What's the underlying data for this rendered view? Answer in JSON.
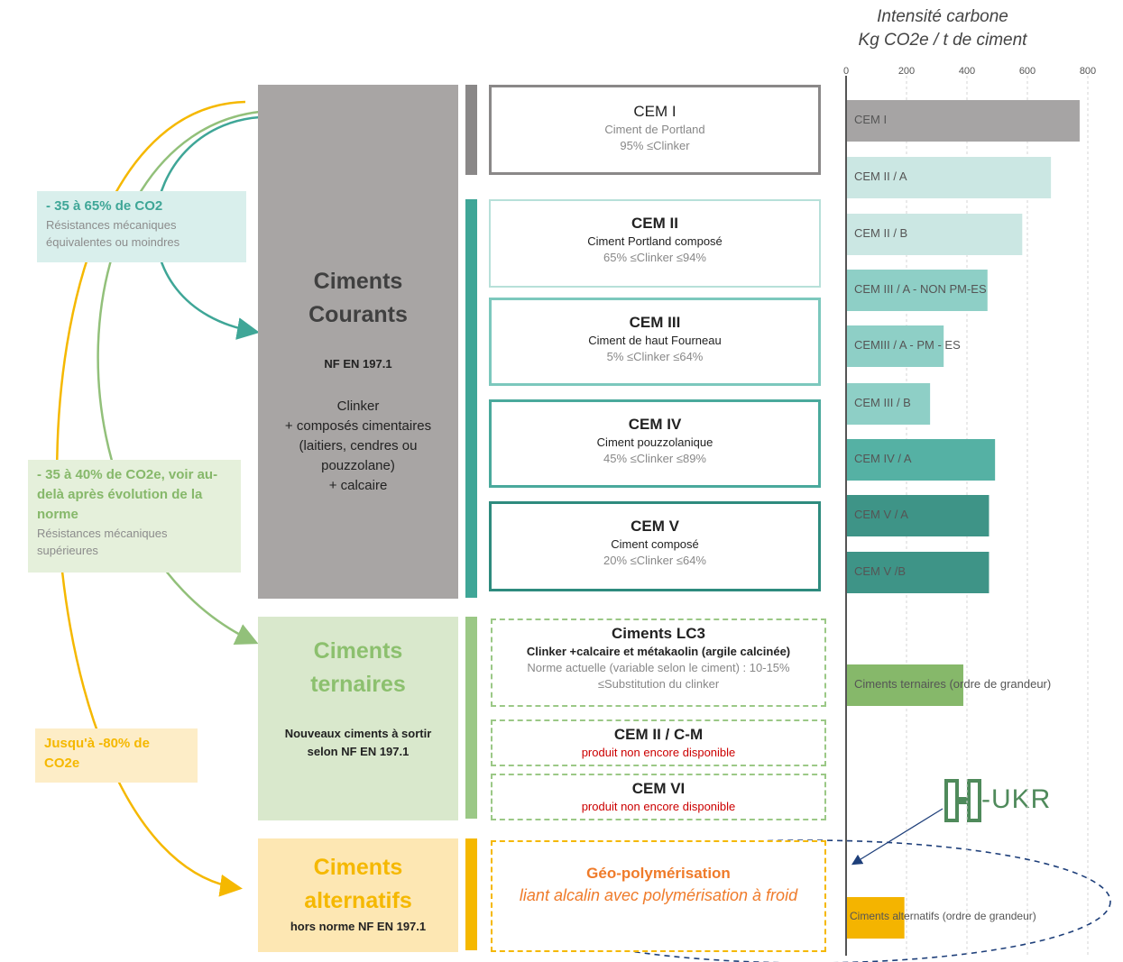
{
  "chart_data": {
    "type": "bar",
    "title": "Intensité carbone",
    "xlabel": "Kg CO2e / t de ciment",
    "xlim": [
      0,
      800
    ],
    "x_ticks": [
      "0",
      "200",
      "400",
      "600",
      "800"
    ],
    "orientation": "horizontal",
    "grid": true,
    "bars": [
      {
        "label": "CEM I",
        "value": 770,
        "color": "#a6a4a4"
      },
      {
        "label": "CEM II / A",
        "value": 675,
        "color": "#cbe7e3"
      },
      {
        "label": "CEM II / B",
        "value": 580,
        "color": "#cbe7e3"
      },
      {
        "label": "CEM III / A - NON PM-ES",
        "value": 465,
        "color": "#8ecfc6"
      },
      {
        "label": "CEMIII / A - PM - ES",
        "value": 320,
        "color": "#8ecfc6"
      },
      {
        "label": "CEM III / B",
        "value": 275,
        "color": "#8ecfc6"
      },
      {
        "label": "CEM IV / A",
        "value": 490,
        "color": "#55b1a4"
      },
      {
        "label": "CEM V / A",
        "value": 470,
        "color": "#3e9487"
      },
      {
        "label": "CEM V /B",
        "value": 470,
        "color": "#3e9487"
      },
      {
        "label": "Ciments ternaires (ordre de grandeur)",
        "value": 385,
        "color": "#86b86a"
      },
      {
        "label": "Ciments alternatifs (ordre de grandeur)",
        "value": 190,
        "color": "#f4b400"
      }
    ]
  },
  "side_notes": {
    "n1_head": "- 35 à 65% de CO2",
    "n1_sub": "Résistances mécaniques équivalentes ou moindres",
    "n2_head": "- 35 à 40% de CO2e, voir au-delà après évolution de la norme",
    "n2_sub": "Résistances mécaniques supérieures",
    "n3_head": "Jusqu'à -80% de CO2e"
  },
  "categories": {
    "courants_title": "Ciments Courants",
    "courants_norm": "NF EN 197.1",
    "courants_desc": "Clinker\n+ composés cimentaires (laitiers, cendres ou pouzzolane)\n+ calcaire",
    "ternaires_title": "Ciments ternaires",
    "ternaires_norm": "Nouveaux ciments à sortir selon NF EN 197.1",
    "alternatifs_title": "Ciments alternatifs",
    "alternatifs_norm": "hors norme NF EN 197.1"
  },
  "cements": {
    "cem1_name": "CEM I",
    "cem1_sub": "Ciment de Portland",
    "cem1_clinker": "95% ≤Clinker",
    "cem2_name": "CEM II",
    "cem2_sub": "Ciment Portland composé",
    "cem2_clinker": "65% ≤Clinker ≤94%",
    "cem3_name": "CEM III",
    "cem3_sub": "Ciment de haut Fourneau",
    "cem3_clinker": "5% ≤Clinker ≤64%",
    "cem4_name": "CEM IV",
    "cem4_sub": "Ciment pouzzolanique",
    "cem4_clinker": "45% ≤Clinker ≤89%",
    "cem5_name": "CEM V",
    "cem5_sub": "Ciment composé",
    "cem5_clinker": "20% ≤Clinker ≤64%",
    "lc3_name": "Ciments LC3",
    "lc3_sub": "Clinker +calcaire et métakaolin (argile calcinée)",
    "lc3_grey": "Norme actuelle (variable selon le ciment) : 10-15% ≤Substitution du clinker",
    "cem2cm_name": "CEM II  / C-M",
    "cem2cm_note": "produit non encore disponible",
    "cem6_name": "CEM VI",
    "cem6_note": "produit non encore disponible",
    "geo_name": "Géo-polymérisation",
    "geo_sub": "liant alcalin avec polymérisation à froid"
  },
  "logo": {
    "text": "-UKR",
    "color": "#4f8a5b"
  },
  "colors": {
    "grey": "#a8a5a4",
    "teal": "#3fa697",
    "green": "#9bc886",
    "green_bg": "#d9e8cc",
    "yellow": "#f5b800",
    "yellow_bg": "#fde7b3",
    "teal_note_bg": "#d9efec",
    "green_note_bg": "#e5f0db",
    "yellow_note_bg": "#fdedc7"
  }
}
